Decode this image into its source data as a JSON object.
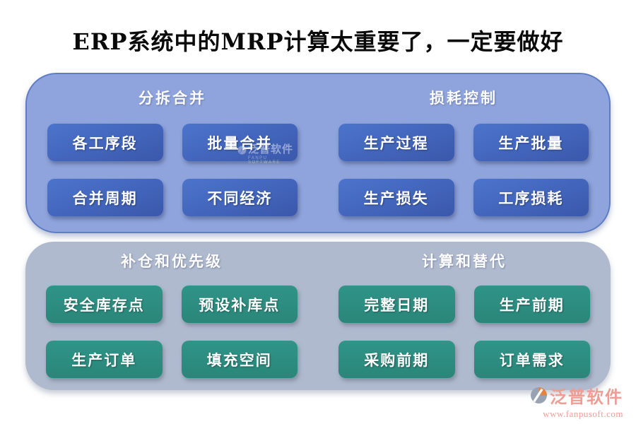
{
  "title": "ERP系统中的MRP计算太重要了，一定要做好",
  "panels": [
    {
      "sections": [
        {
          "header": "分拆合并",
          "buttons": [
            "各工序段",
            "批量合并",
            "合并周期",
            "不同经济"
          ]
        },
        {
          "header": "损耗控制",
          "buttons": [
            "生产过程",
            "生产批量",
            "生产损失",
            "工序损耗"
          ]
        }
      ]
    },
    {
      "sections": [
        {
          "header": "补仓和优先级",
          "buttons": [
            "安全库存点",
            "预设补库点",
            "生产订单",
            "填充空间"
          ]
        },
        {
          "header": "计算和替代",
          "buttons": [
            "完整日期",
            "生产前期",
            "采购前期",
            "订单需求"
          ]
        }
      ]
    }
  ],
  "watermark": {
    "text": "泛普软件",
    "subtext": "FANPU SOFTWARE"
  },
  "footer": {
    "brand": "泛普软件",
    "url": "www.fanpusoft.com",
    "logo_icon": "fanpu-logo-icon"
  },
  "colors": {
    "panel_top_bg": "#8FA4DC",
    "panel_top_border": "#5F7DC5",
    "panel_bottom_bg": "#AFBACF",
    "button_blue": "#4368BE",
    "button_green": "#2D8F82",
    "brand_accent": "#EE9D95",
    "logo_orange": "#E5823E",
    "logo_gray": "#98A2B2"
  }
}
